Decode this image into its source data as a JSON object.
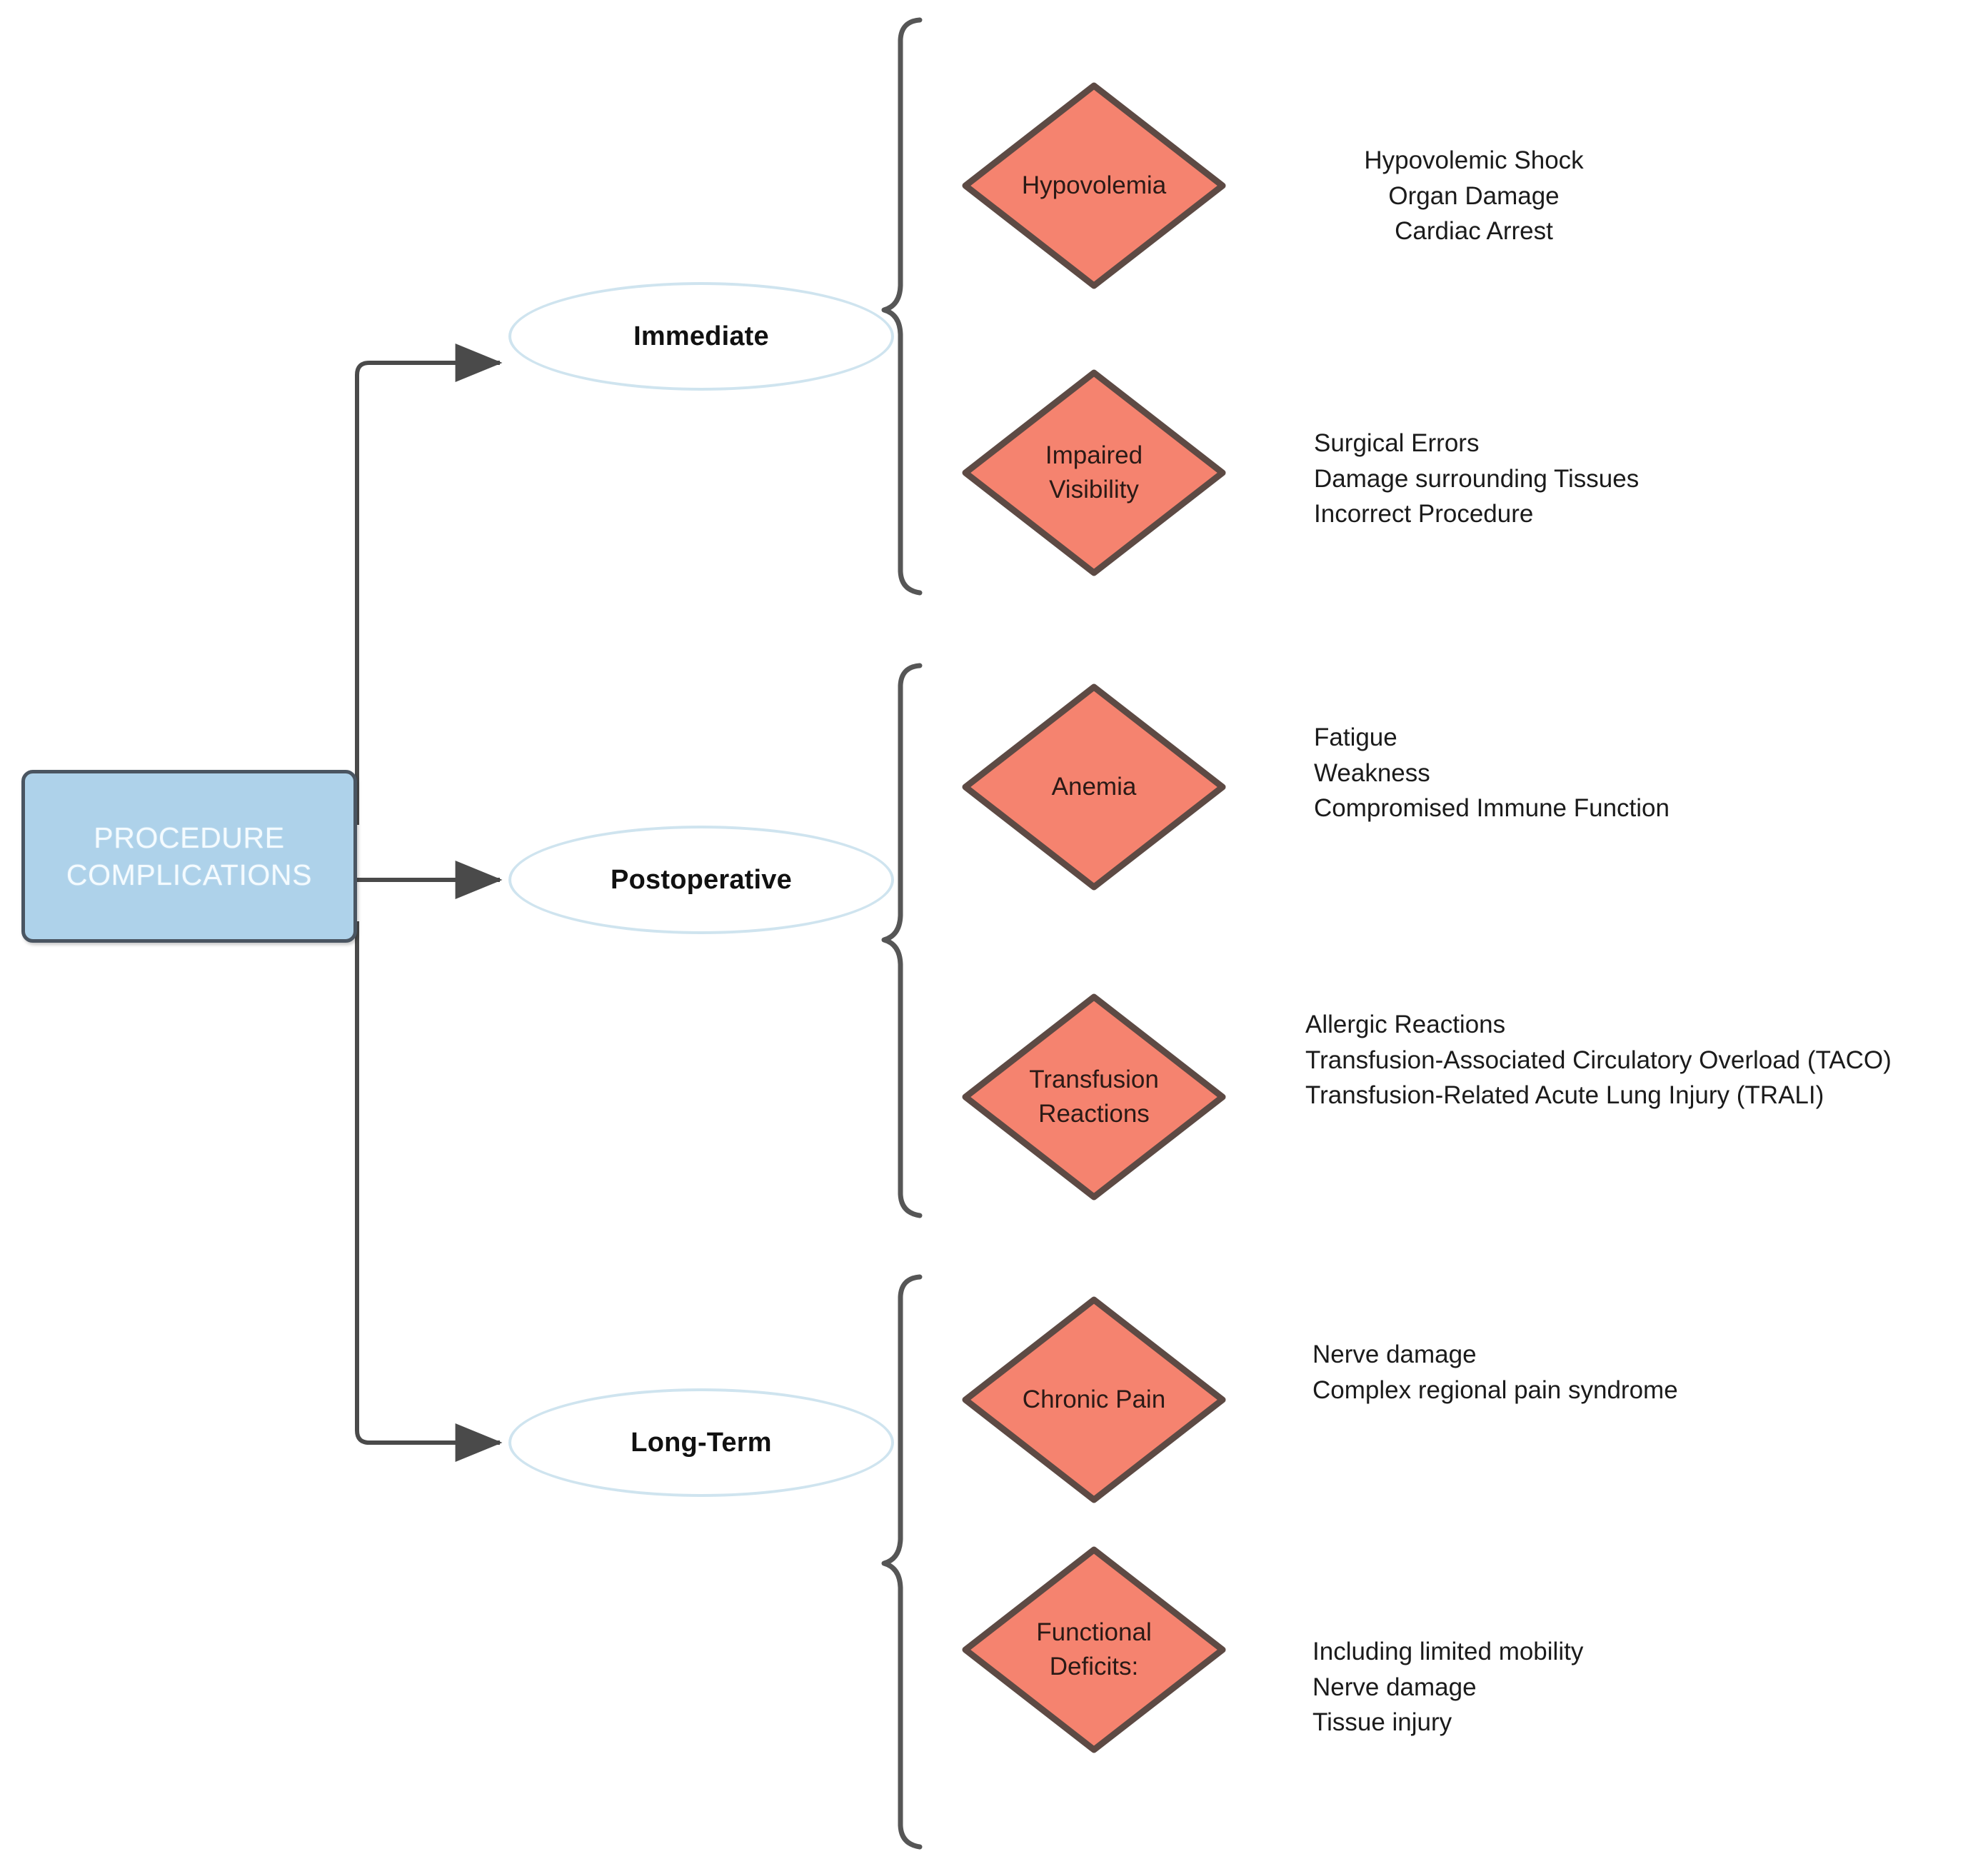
{
  "diagram": {
    "title": "Procedure Complications",
    "root": {
      "label": "PROCEDURE\nCOMPLICATIONS"
    },
    "colors": {
      "root_fill": "#aed2ea",
      "root_border": "#4a5561",
      "root_text": "#f4fbff",
      "ellipse_stroke": "#cfe4ef",
      "ellipse_fill": "#ffffff",
      "diamond_fill": "#f5836f",
      "diamond_border": "#5d4a44",
      "connector": "#4a4a4a",
      "brace": "#565656",
      "text": "#1b1b1b"
    },
    "stages": [
      {
        "label": "Immediate",
        "complications": [
          {
            "label": "Hypovolemia",
            "outcomes": "Hypovolemic Shock\nOrgan Damage\nCardiac Arrest",
            "align": "center"
          },
          {
            "label": "Impaired\nVisibility",
            "outcomes": "Surgical Errors\nDamage surrounding Tissues\nIncorrect Procedure",
            "align": "left"
          }
        ]
      },
      {
        "label": "Postoperative",
        "complications": [
          {
            "label": "Anemia",
            "outcomes": "Fatigue\nWeakness\nCompromised Immune Function",
            "align": "left"
          },
          {
            "label": "Transfusion\nReactions",
            "outcomes": "Allergic Reactions\nTransfusion-Associated Circulatory Overload (TACO)\nTransfusion-Related Acute Lung Injury (TRALI)",
            "align": "left"
          }
        ]
      },
      {
        "label": "Long-Term",
        "complications": [
          {
            "label": "Chronic Pain",
            "outcomes": "Nerve damage\nComplex regional pain syndrome",
            "align": "left"
          },
          {
            "label": "Functional\nDeficits:",
            "outcomes": "Including limited mobility\nNerve damage\nTissue injury",
            "align": "left"
          }
        ]
      }
    ]
  }
}
